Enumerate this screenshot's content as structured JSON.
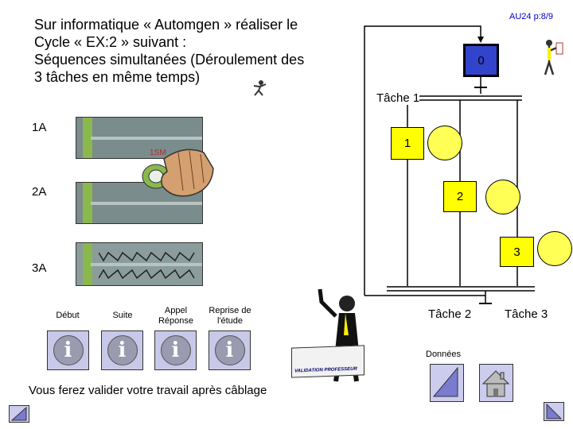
{
  "page_number": "AU24 p:8/9",
  "instructions": [
    "Sur informatique « Automgen » réaliser le",
    "Cycle « EX:2 » suivant :",
    "Séquences simultanées (Déroulement des",
    "3 tâches en même temps)"
  ],
  "cylinders": {
    "a1": "1A",
    "a2": "2A",
    "a3": "3A",
    "valve_label": "1SM"
  },
  "grafcet": {
    "initial_step": "0",
    "task1_label": "Tâche 1",
    "step1": "1",
    "step2": "2",
    "step3": "3",
    "task2_label": "Tâche 2",
    "task3_label": "Tâche 3"
  },
  "buttons": {
    "start": "Début",
    "next": "Suite",
    "call": "Appel Réponse",
    "resume": "Reprise de l'étude"
  },
  "validation_sign": "VALIDATION PROFESSEUR",
  "data_label": "Données",
  "footer": "Vous ferez valider votre travail après câblage",
  "colors": {
    "step_fill": "#ffff00",
    "initial_step_fill": "#3344cc",
    "cylinder": "#7a8c8c",
    "accent_green": "#8ab84c"
  }
}
